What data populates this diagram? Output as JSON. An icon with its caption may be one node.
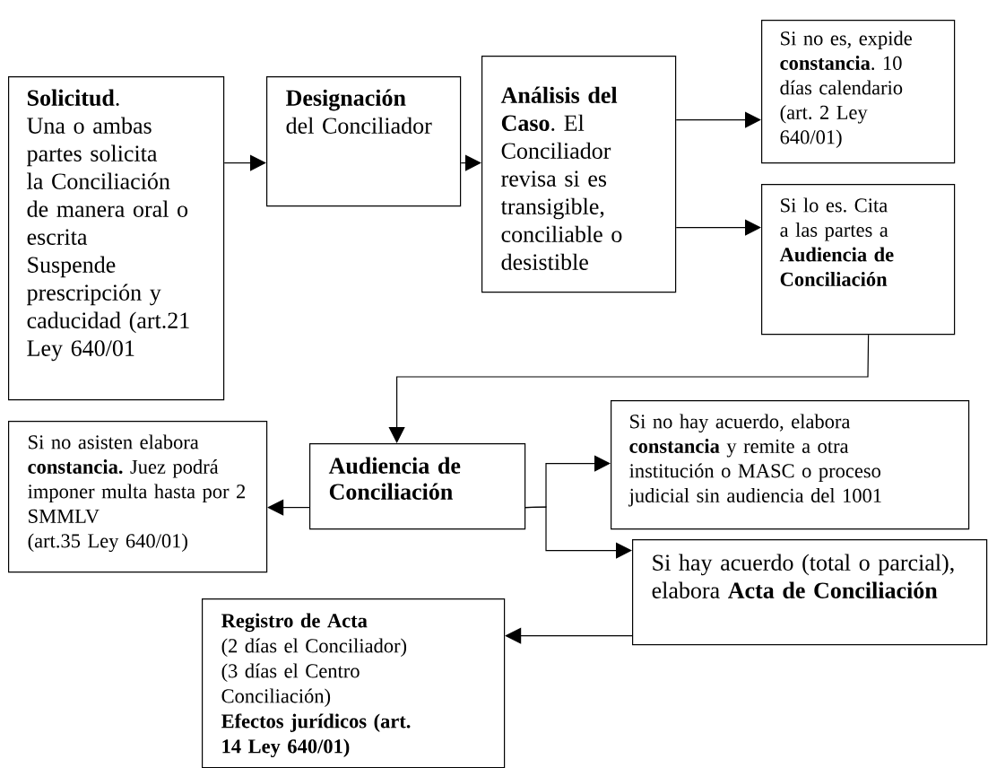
{
  "diagram": {
    "nodes": [
      {
        "text": [
          "**Solicitud**. Una o ambas partes solicita la Conciliación de manera oral o escrita",
          "Suspende prescripción y caducidad (art.21 Ley 640/01"
        ]
      },
      {
        "text": [
          "Designación",
          "del Conciliador"
        ]
      },
      {
        "text": [
          "**Análisis del Caso**. El Conciliador revisa si es transigible, conciliable o desistible"
        ]
      },
      {
        "text": [
          "Si no es, expide **constancia**. 10 días calendario (art. 2 Ley 640/01)"
        ]
      },
      {
        "text": [
          "Si lo es. Cita a las partes a **Audiencia de Conciliación**"
        ]
      },
      {
        "text": [
          "Audiencia de Conciliación"
        ]
      },
      {
        "text": [
          "Si no asisten elabora **constancia.** Juez podrá imponer multa hasta por 2 SMMLV",
          "(art.35 Ley 640/01)"
        ]
      },
      {
        "text": [
          "Si no hay acuerdo, elabora **constancia** y remite a otra institución o MASC o proceso judicial sin audiencia del 1001"
        ]
      },
      {
        "text": [
          "Si hay acuerdo (total o parcial), elabora **Acta de Conciliación**"
        ]
      },
      {
        "text": [
          "Registro de Acta",
          "(2 días el Conciliador)",
          "(3 días el Centro Conciliación)",
          "Efectos jurídicos (art. 14 Ley 640/01)"
        ]
      }
    ],
    "edges": [
      {
        "from": 0,
        "to": 1,
        "arrow": "to"
      },
      {
        "from": 1,
        "to": 2,
        "arrow": "to"
      },
      {
        "from": 2,
        "to": 3,
        "arrow": "to"
      },
      {
        "from": 2,
        "to": 4,
        "arrow": "to"
      },
      {
        "from": 4,
        "to": 5,
        "arrow": "to"
      },
      {
        "from": 5,
        "to": 6,
        "arrow": "to"
      },
      {
        "from": 5,
        "to": 7,
        "arrow": "to"
      },
      {
        "from": 5,
        "to": 8,
        "arrow": "to"
      },
      {
        "from": 8,
        "to": 9,
        "arrow": "to"
      }
    ]
  }
}
